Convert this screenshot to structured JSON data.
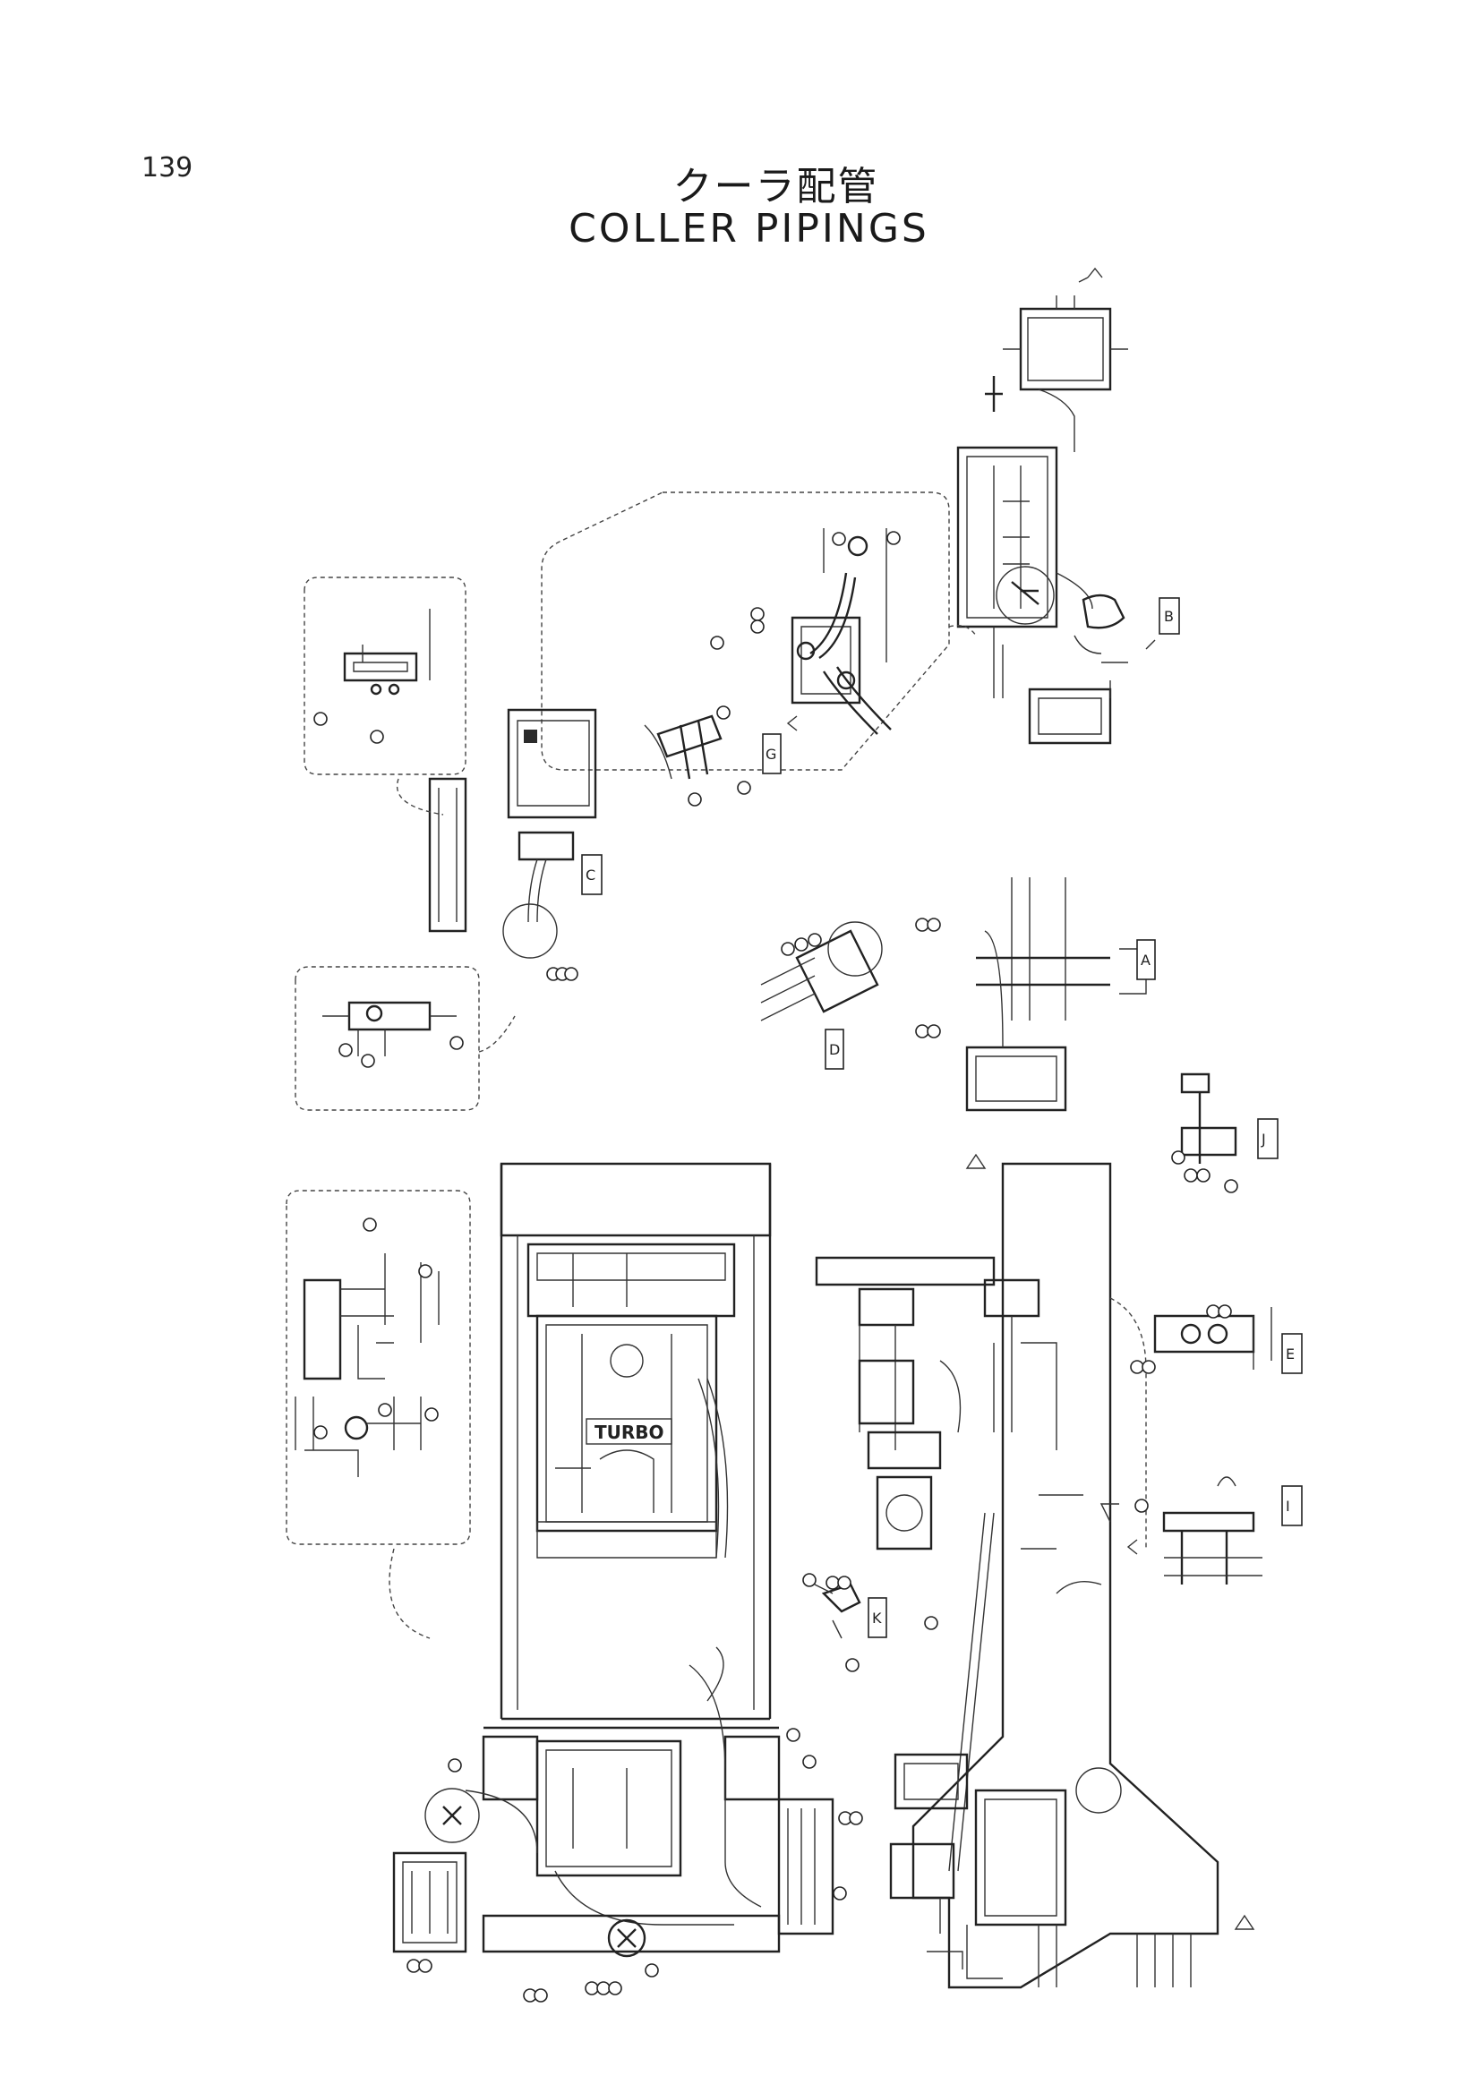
{
  "page": {
    "number": "139",
    "title_jp": "クーラ配管",
    "title_en": "COLLER PIPINGS"
  },
  "drawing": {
    "engine_label": "TURBO",
    "view_tags": [
      "A",
      "B",
      "C",
      "D",
      "E",
      "G",
      "I",
      "J",
      "K"
    ]
  }
}
